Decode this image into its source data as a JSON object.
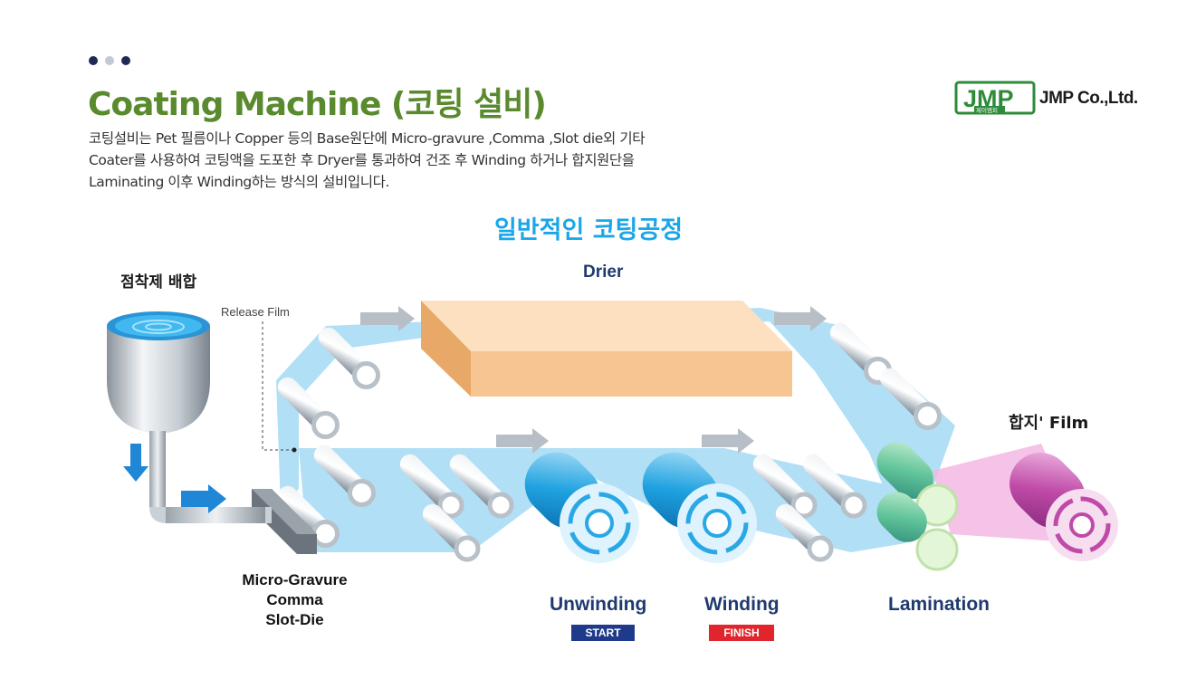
{
  "header": {
    "title": "Coating Machine (코팅 설비)",
    "description_lines": [
      "코팅설비는 Pet 필름이나 Copper 등의 Base원단에  Micro-gravure ,Comma ,Slot die외 기타",
      "Coater를 사용하여 코팅액을 도포한 후  Dryer를 통과하여 건조 후 Winding 하거나 합지원단을",
      "Laminating  이후 Winding하는 방식의 설비입니다."
    ]
  },
  "logo": {
    "mark_text": "JMP",
    "mark_subtext": "제이엠피",
    "company_name": "JMP Co.,Ltd."
  },
  "diagram": {
    "title": "일반적인 코팅공정",
    "labels": {
      "adhesive_mixing": "점착제 배합",
      "release_film": "Release Film",
      "drier": "Drier",
      "laminate_film": "합지' Film",
      "coater_lines": [
        "Micro-Gravure",
        "Comma",
        "Slot-Die"
      ],
      "unwinding": "Unwinding",
      "winding": "Winding",
      "lamination": "Lamination"
    },
    "badges": {
      "start": "START",
      "finish": "FINISH"
    }
  },
  "colors": {
    "title_green": "#5a8a2e",
    "diagram_title_blue": "#1ba6e8",
    "label_navy": "#1f3a6e",
    "start_badge": "#1f3a8a",
    "finish_badge": "#e0262c",
    "web_blue": "#a9dcf5",
    "drier_orange": "#f6c592",
    "logo_green": "#2e8b3a",
    "dot_dark": "#1f2a55",
    "dot_light": "#c3c8d6"
  }
}
